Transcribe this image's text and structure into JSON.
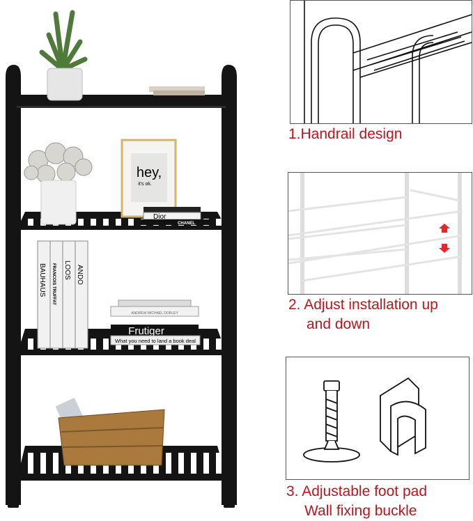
{
  "features": [
    {
      "number": "1.",
      "title": "Handrail design",
      "lines": [
        "1.Handrail design"
      ]
    },
    {
      "number": "2.",
      "lines": [
        "2. Adjust installation up",
        "and down"
      ]
    },
    {
      "number": "3.",
      "lines": [
        "3. Adjustable foot pad",
        "Wall fixing buckle"
      ]
    }
  ],
  "props": {
    "frame_text": [
      "hey,",
      "it's ok."
    ],
    "book_brands": [
      "Dior",
      "CHANEL"
    ],
    "book_spines": [
      "BAUHAUS",
      "FRANCOIS TRUFFAT",
      "LOOS",
      "ANDO"
    ],
    "book_stack": [
      "ANDREW MICHAEL DORLEY",
      "Frutiger",
      "What you need to land a book deal"
    ]
  },
  "colors": {
    "caption": "#c0141b",
    "shelf": "#141414",
    "arrow": "#e8272b"
  }
}
